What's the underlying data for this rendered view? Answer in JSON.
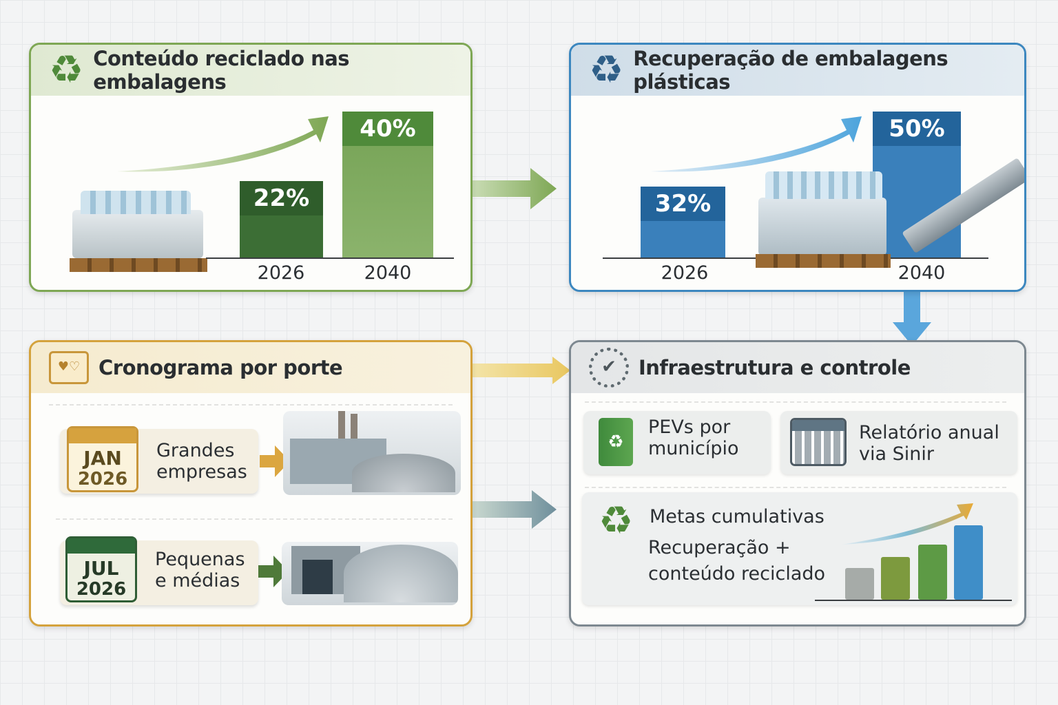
{
  "colors": {
    "green": "#6e9a4b",
    "blue": "#2f78b0",
    "gold": "#d8a640",
    "gray": "#8a969c"
  },
  "panels": {
    "recycled_content": {
      "title": "Conteúdo reciclado nas embalagens",
      "icon": "recycle-icon",
      "bars": [
        {
          "year": "2026",
          "label": "22%",
          "value": 22
        },
        {
          "year": "2040",
          "label": "40%",
          "value": 40
        }
      ]
    },
    "recovery": {
      "title": "Recuperação de embalagens plásticas",
      "icon": "recycle-icon",
      "bars": [
        {
          "year": "2026",
          "label": "32%",
          "value": 32
        },
        {
          "year": "2040",
          "label": "50%",
          "value": 50
        }
      ]
    },
    "schedule": {
      "title": "Cronograma por porte",
      "icon": "calendar-icon",
      "rows": [
        {
          "month": "JAN",
          "year": "2026",
          "line1": "Grandes",
          "line2": "empresas"
        },
        {
          "month": "JUL",
          "year": "2026",
          "line1": "Pequenas",
          "line2": "e médias"
        }
      ]
    },
    "infrastructure": {
      "title": "Infraestrutura e controle",
      "icon": "gear-check-icon",
      "cards": [
        {
          "line1": "PEVs por",
          "line2": "município",
          "icon": "recycling-bin-icon"
        },
        {
          "line1": "Relatório anual",
          "line2": "via Sinir",
          "icon": "calendar-icon"
        }
      ],
      "goals": {
        "line1": "Metas cumulativas",
        "line2": "Recuperação +",
        "line3": "conteúdo reciclado",
        "icon": "recycle-icon"
      }
    }
  }
}
